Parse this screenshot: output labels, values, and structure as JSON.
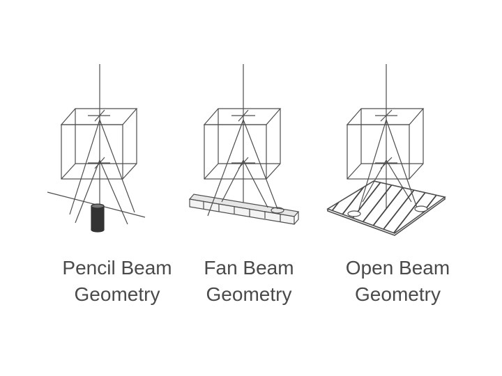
{
  "panels": [
    {
      "line1": "Pencil Beam",
      "line2": "Geometry"
    },
    {
      "line1": "Fan Beam",
      "line2": "Geometry"
    },
    {
      "line1": "Open Beam",
      "line2": "Geometry"
    }
  ],
  "colors": {
    "stroke": "#4d4d4d",
    "text": "#4a4a4a",
    "cylinder": "#333333",
    "fan_beam_fill": "#e6e6e6"
  }
}
